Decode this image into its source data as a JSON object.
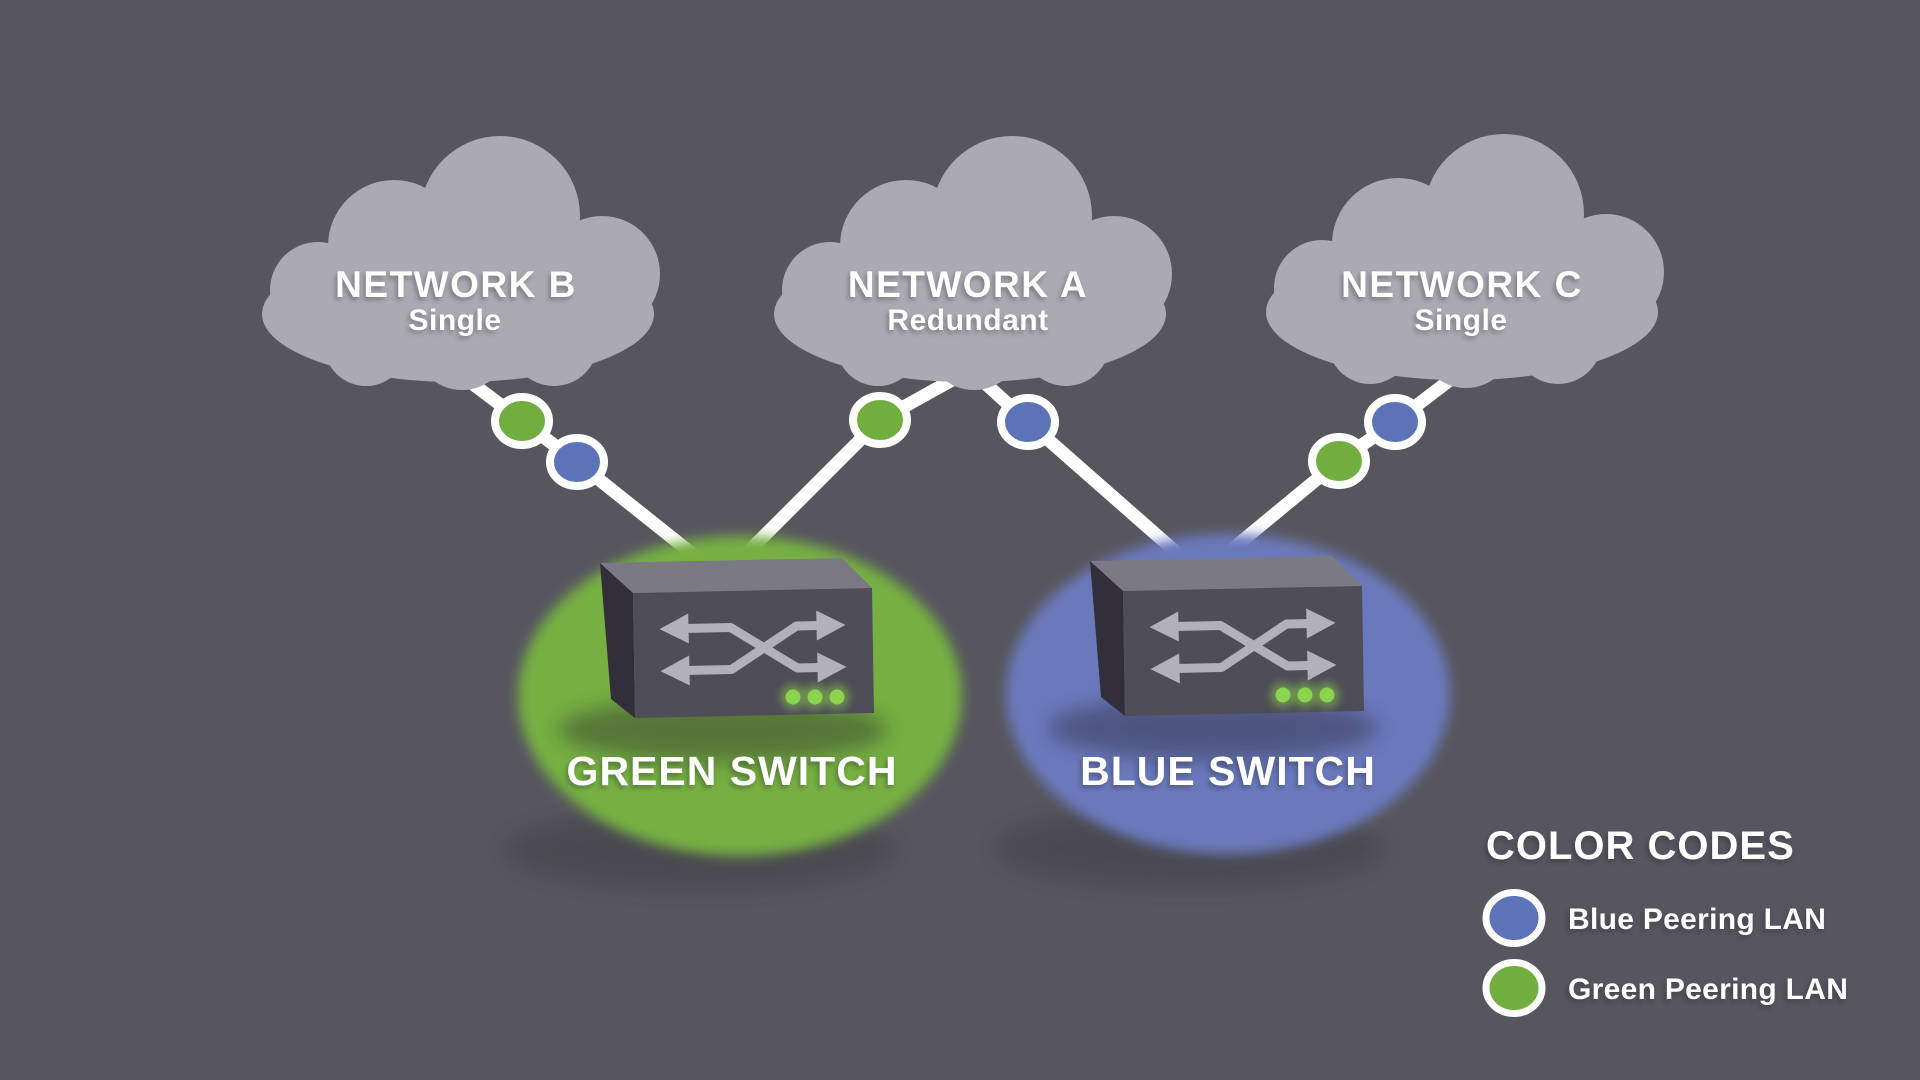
{
  "canvas": {
    "background_color": "#57565F",
    "cloud_color": "#ABAAB2",
    "line_color": "#FFFFFF"
  },
  "clouds": [
    {
      "title": "NETWORK B",
      "subtitle": "Single"
    },
    {
      "title": "NETWORK A",
      "subtitle": "Redundant"
    },
    {
      "title": "NETWORK C",
      "subtitle": "Single"
    }
  ],
  "switches": [
    {
      "label": "GREEN SWITCH",
      "ellipse_color": "#76B043"
    },
    {
      "label": "BLUE SWITCH",
      "ellipse_color": "#6A79BC"
    }
  ],
  "peering_dots": {
    "green": "#72AD40",
    "blue": "#5C73B8"
  },
  "device": {
    "front_color": "#4F4D58",
    "top_color": "#7B7983",
    "side_color": "#322F3A",
    "arrow_color": "#B2B0B8",
    "led_color": "#8CD44E"
  },
  "legend": {
    "title": "COLOR CODES",
    "items": [
      {
        "label": "Blue Peering LAN",
        "color": "#5C73B8"
      },
      {
        "label": "Green Peering LAN",
        "color": "#72AD40"
      }
    ]
  },
  "connections": [
    {
      "from": "NETWORK B",
      "to": "GREEN SWITCH",
      "markers": [
        "green",
        "blue"
      ]
    },
    {
      "from": "NETWORK A",
      "to": "GREEN SWITCH",
      "markers": [
        "green"
      ]
    },
    {
      "from": "NETWORK A",
      "to": "BLUE SWITCH",
      "markers": [
        "blue"
      ]
    },
    {
      "from": "NETWORK C",
      "to": "BLUE SWITCH",
      "markers": [
        "blue",
        "green"
      ]
    }
  ]
}
